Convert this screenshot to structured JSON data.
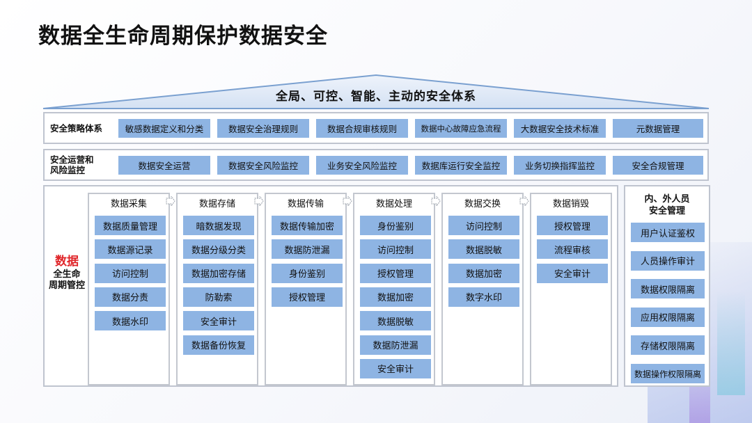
{
  "title": "数据全生命周期保护数据安全",
  "roof": {
    "title": "全局、可控、智能、主动的安全体系"
  },
  "strategy": {
    "label": "安全策略体系",
    "items": [
      "敏感数据定义和分类",
      "数据安全治理规则",
      "数据合规审核规则",
      "数据中心故障应急流程",
      "大数据安全技术标准",
      "元数据管理"
    ]
  },
  "operations": {
    "label": "安全运营和\n风险监控",
    "items": [
      "数据安全运营",
      "数据安全风险监控",
      "业务安全风险监控",
      "数据库运行安全监控",
      "业务切换指挥监控",
      "安全合规管理"
    ]
  },
  "lifecycle": {
    "label_red": "数据",
    "label_rest": "全生命\n周期管控",
    "stages": [
      {
        "title": "数据采集",
        "items": [
          "数据质量管理",
          "数据源记录",
          "访问控制",
          "数据分责",
          "数据水印"
        ]
      },
      {
        "title": "数据存储",
        "items": [
          "暗数据发现",
          "数据分级分类",
          "数据加密存储",
          "防勒索",
          "安全审计",
          "数据备份恢复"
        ]
      },
      {
        "title": "数据传输",
        "items": [
          "数据传输加密",
          "数据防泄漏",
          "身份鉴别",
          "授权管理"
        ]
      },
      {
        "title": "数据处理",
        "items": [
          "身份鉴别",
          "访问控制",
          "授权管理",
          "数据加密",
          "数据脱敏",
          "数据防泄漏",
          "安全审计"
        ]
      },
      {
        "title": "数据交换",
        "items": [
          "访问控制",
          "数据脱敏",
          "数据加密",
          "数字水印"
        ]
      },
      {
        "title": "数据销毁",
        "items": [
          "授权管理",
          "流程审核",
          "安全审计"
        ]
      }
    ]
  },
  "personnel": {
    "title": "内、外人员\n安全管理",
    "items": [
      "用户认证鉴权",
      "人员操作审计",
      "数据权限隔离",
      "应用权限隔离",
      "存储权限隔离",
      "数据操作权限隔离"
    ]
  },
  "colors": {
    "chip": "#8eb4e3",
    "border": "#bfc4cf",
    "accent_red": "#e0262a",
    "roof_fill": "#dde7f5",
    "roof_stroke": "#7aa0d0"
  }
}
